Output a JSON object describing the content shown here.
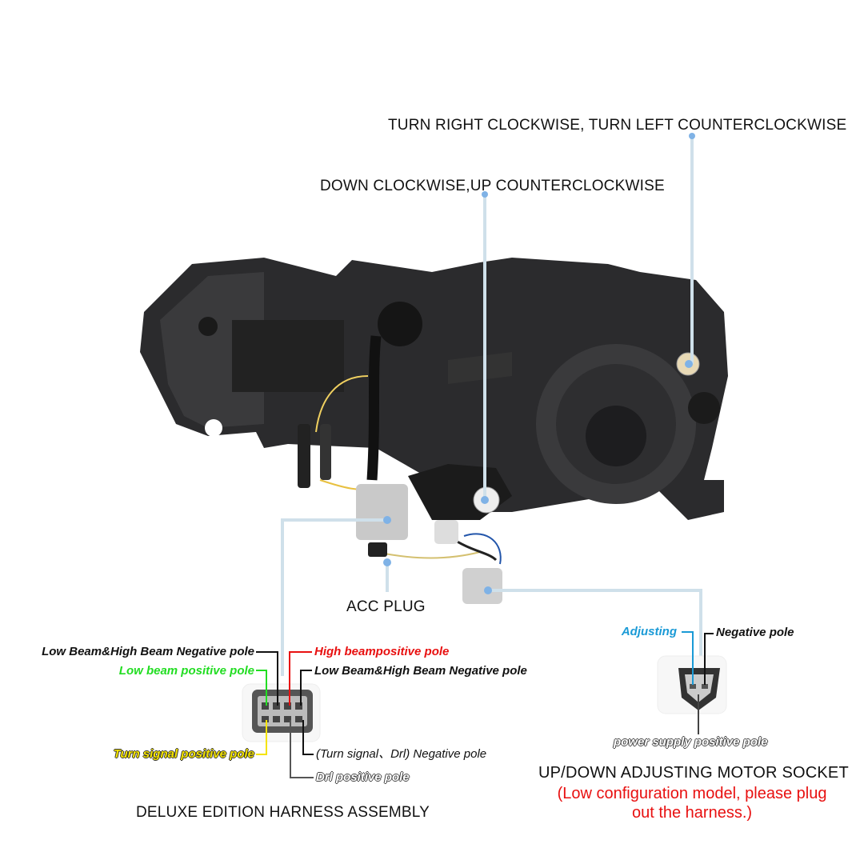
{
  "callouts": {
    "horizontal_adjust": "TURN RIGHT CLOCKWISE, TURN LEFT COUNTERCLOCKWISE",
    "vertical_adjust": "DOWN CLOCKWISE,UP COUNTERCLOCKWISE",
    "acc_plug": "ACC PLUG"
  },
  "harness": {
    "title": "DELUXE EDITION HARNESS ASSEMBLY",
    "pins": {
      "beam_negative_top": "Low Beam&High Beam Negative pole",
      "low_beam_positive": "Low beam positive pole",
      "high_beam_positive": "High beampositive pole",
      "beam_negative_right": "Low Beam&High Beam Negative pole",
      "turn_signal_positive": "Turn signal positive pole",
      "turn_drl_negative": "(Turn signal、Drl) Negative pole",
      "drl_positive": "Drl positive pole"
    }
  },
  "motor_socket": {
    "title": "UP/DOWN ADJUSTING  MOTOR SOCKET",
    "note_line1": "(Low configuration model,  please plug",
    "note_line2": "out the harness.)",
    "pins": {
      "adjusting": "Adjusting",
      "negative": "Negative pole",
      "power": "power supply  positive pole"
    }
  },
  "colors": {
    "leader": "#cfe0ea",
    "dot": "#7fb2e6",
    "housing": "#2b2b2d",
    "green": "#22dd22",
    "red": "#e81010",
    "yellow": "#f5e400",
    "blue": "#1a9ad6"
  }
}
